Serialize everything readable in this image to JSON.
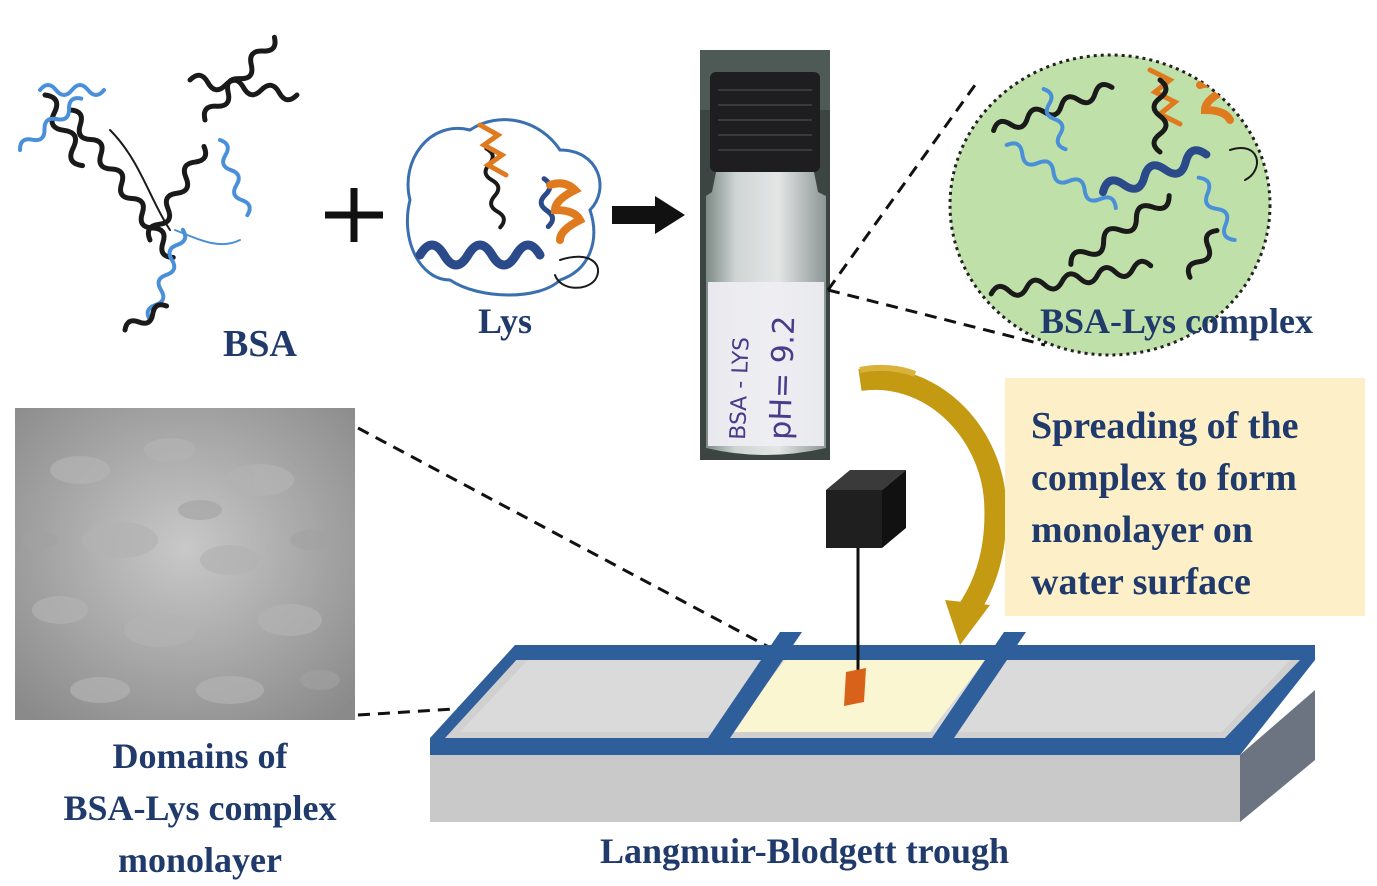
{
  "labels": {
    "bsa": "BSA",
    "lys": "Lys",
    "complex": "BSA-Lys complex",
    "vial_text_1": "BSA - LYS",
    "vial_text_2": "pH= 9.2",
    "spreading_lines": [
      "Spreading of the",
      "complex to form",
      "monolayer on",
      "water surface"
    ],
    "domains_lines": [
      "Domains of",
      "BSA-Lys complex",
      "monolayer"
    ],
    "trough": "Langmuir-Blodgett trough",
    "plus": "+"
  },
  "colors": {
    "navy_text": "#1f3a6b",
    "helix_black": "#1a1a1a",
    "helix_blue": "#4a90d9",
    "helix_dark_blue": "#2a4a8a",
    "helix_orange": "#e07a1f",
    "complex_bg": "#bfe0a8",
    "box_bg": "#fdf0c9",
    "trough_blue": "#2f5f9a",
    "monolayer": "#fbf6d2",
    "arrow_gold": "#c49a12"
  }
}
